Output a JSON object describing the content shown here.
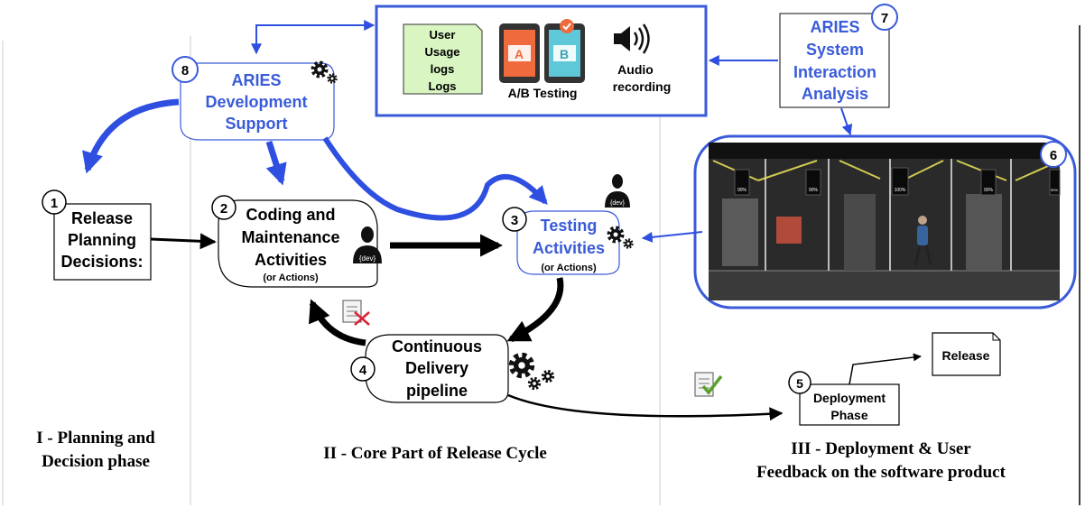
{
  "nodes": {
    "n1": {
      "badge": "1",
      "lines": [
        "Release",
        "Planning",
        "Decisions:"
      ]
    },
    "n2": {
      "badge": "2",
      "lines": [
        "Coding and",
        "Maintenance",
        "Activities"
      ],
      "sub": "(or Actions)"
    },
    "n3": {
      "badge": "3",
      "lines": [
        "Testing",
        "Activities"
      ],
      "sub": "(or Actions)"
    },
    "n4": {
      "badge": "4",
      "lines": [
        "Continuous",
        "Delivery",
        "pipeline"
      ]
    },
    "n5": {
      "badge": "5",
      "lines": [
        "Deployment",
        "Phase"
      ]
    },
    "n6": {
      "badge": "6"
    },
    "n7": {
      "badge": "7",
      "lines": [
        "ARIES",
        "System",
        "Interaction",
        "Analysis"
      ]
    },
    "n8": {
      "badge": "8",
      "lines": [
        "ARIES",
        "Development",
        "Support"
      ]
    }
  },
  "release_doc": "Release",
  "data_sources": {
    "logs_lines": [
      "User",
      "Usage",
      "logs",
      "Logs"
    ],
    "ab_label": "A/B Testing",
    "ab_a": "A",
    "ab_b": "B",
    "audio_lines": [
      "Audio",
      "recording"
    ]
  },
  "dev_icon_text": "{dev}",
  "photo_signs": [
    "90%",
    "90%",
    "100%",
    "90%",
    "90%"
  ],
  "phases": {
    "p1": [
      "I - Planning and",
      "Decision phase"
    ],
    "p2": [
      "II - Core Part of Release Cycle"
    ],
    "p3": [
      "III - Deployment & User",
      "Feedback on the software product"
    ]
  },
  "colors": {
    "accent": "#3a5bd9",
    "arrow_blue": "#2f4fe0",
    "note_green": "#d9f5c2"
  }
}
